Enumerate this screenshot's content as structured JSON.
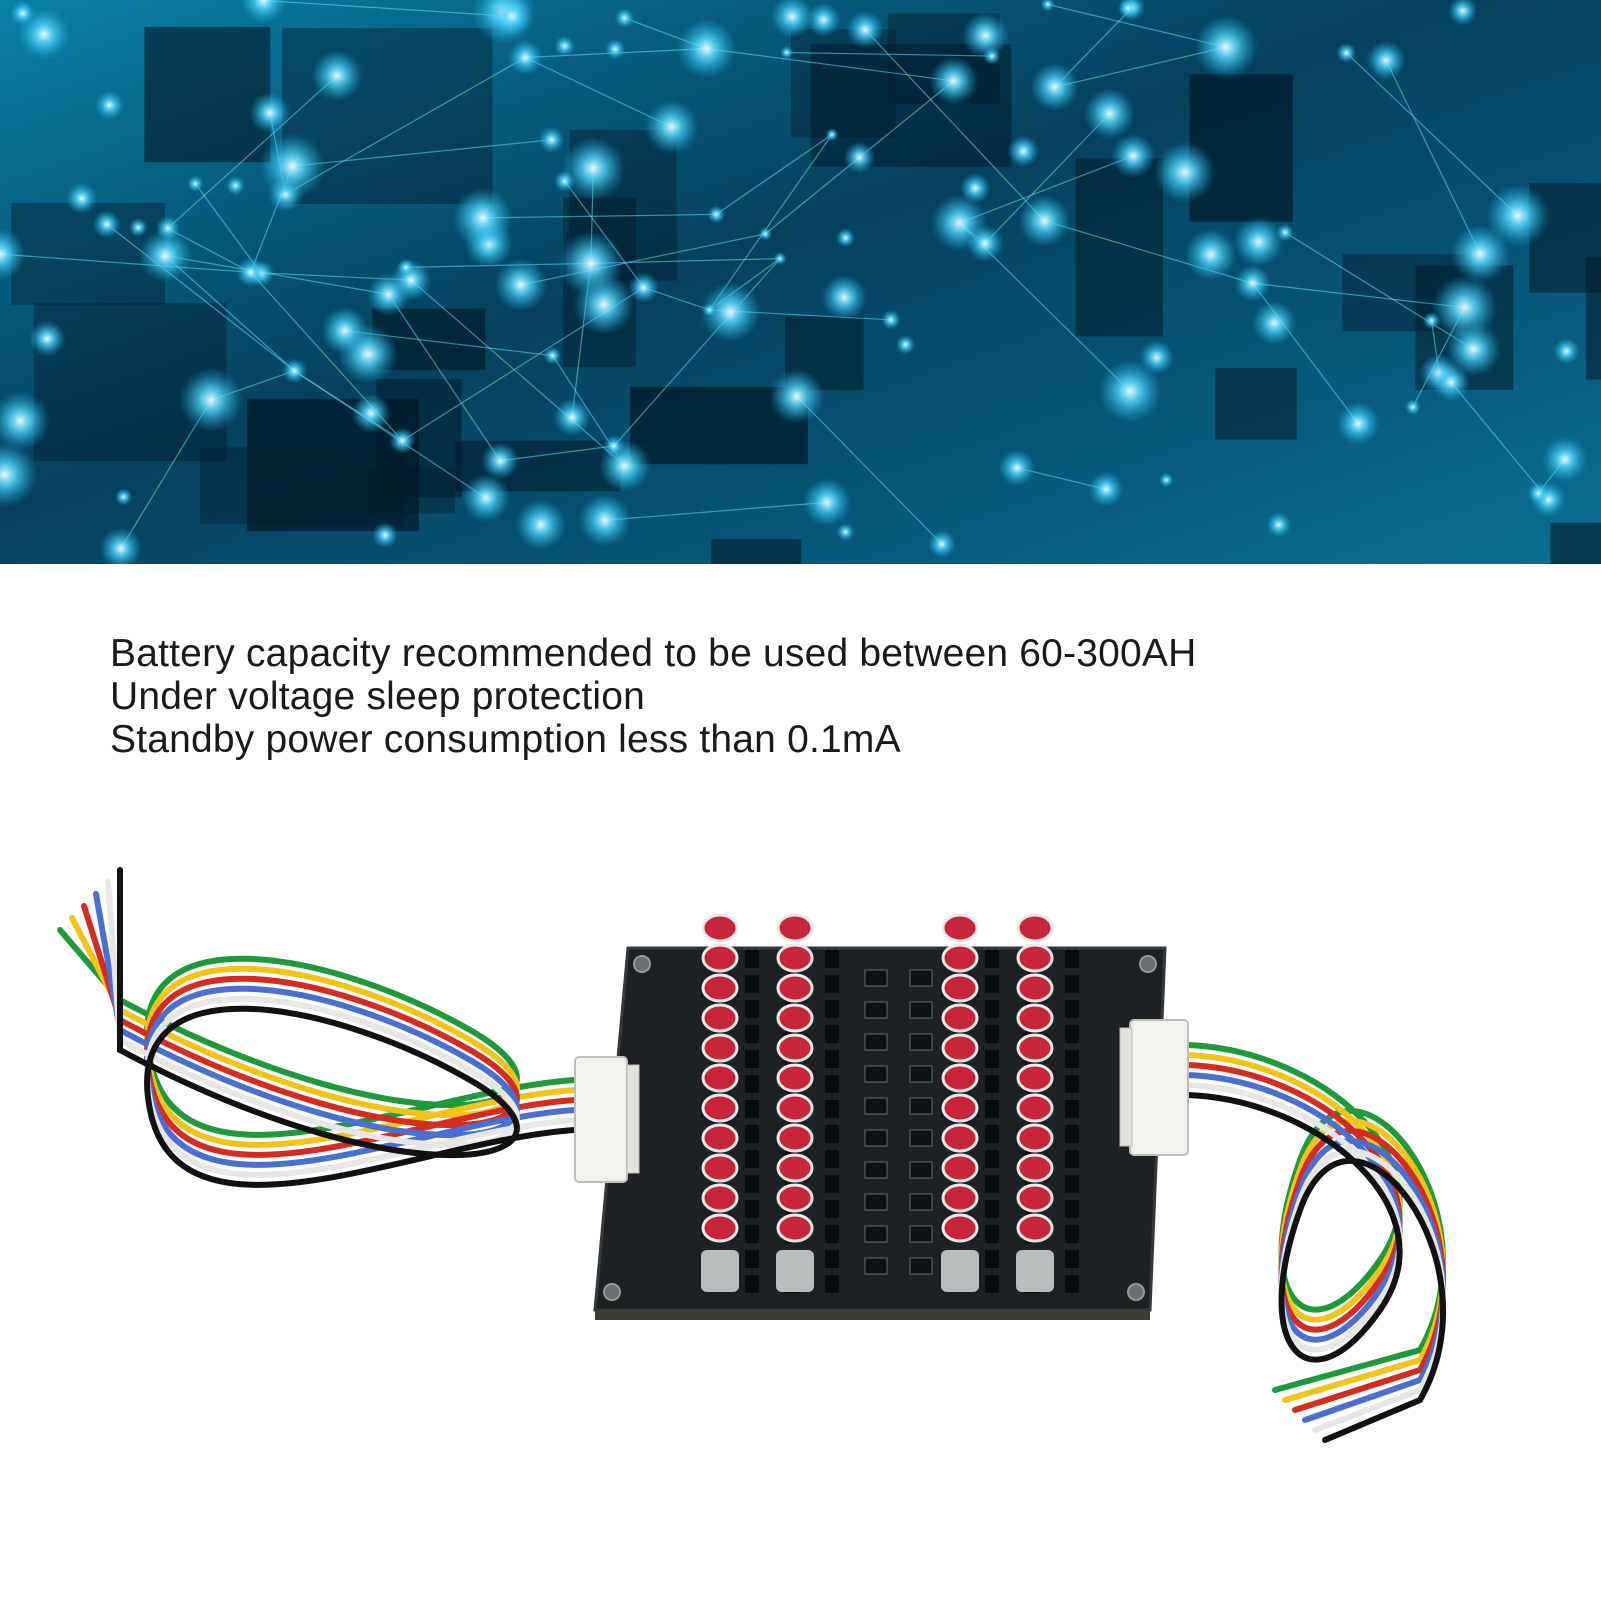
{
  "features": [
    "Battery capacity recommended to be used between 60-300AH",
    "Under voltage sleep protection",
    "Standby power consumption less than 0.1mA"
  ],
  "banner": {
    "subject": "glowing-network-grid",
    "accent_color": "#39d0ff",
    "base_color": "#04324a"
  },
  "product": {
    "subject": "balancer-board",
    "pcb_color": "#1d2124",
    "capacitor_color": "#c8243a",
    "wire_colors": [
      "#1e9a3c",
      "#f0c419",
      "#d42b22",
      "#4a6fd1",
      "#ffffff",
      "#111111"
    ]
  }
}
